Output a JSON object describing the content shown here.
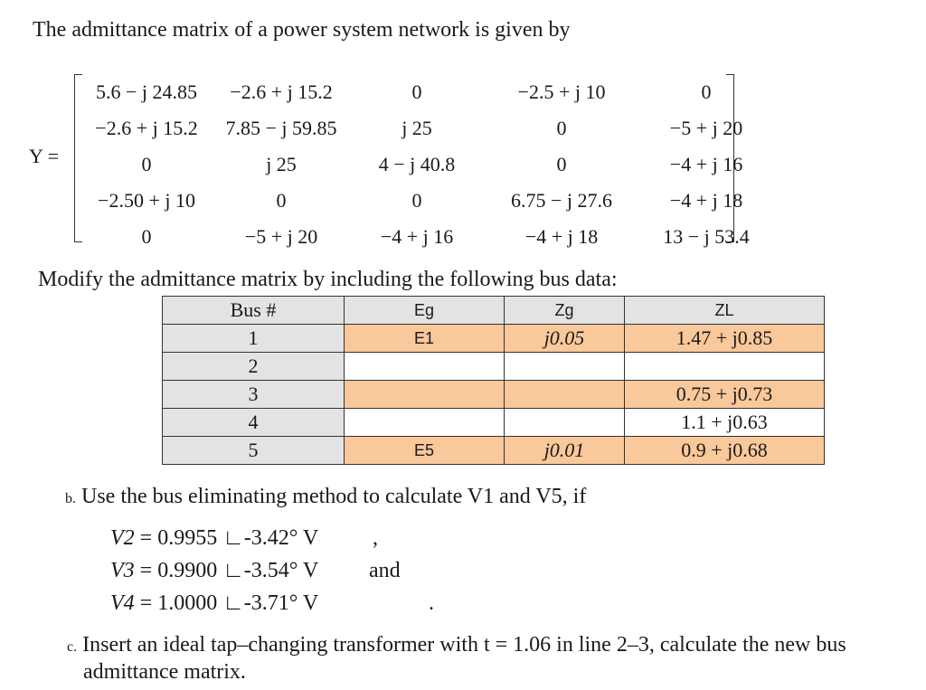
{
  "intro": "The admittance matrix of a power system network is given by",
  "matrix": {
    "label": "Y =",
    "rows": [
      [
        "5.6 − j 24.85",
        "−2.6 + j 15.2",
        "0",
        "−2.5 + j 10",
        "0"
      ],
      [
        "−2.6 + j 15.2",
        "7.85 − j 59.85",
        "j 25",
        "0",
        "−5 + j 20"
      ],
      [
        "0",
        "j 25",
        "4 − j 40.8",
        "0",
        "−4 + j 16"
      ],
      [
        "−2.50 + j 10",
        "0",
        "0",
        "6.75 − j 27.6",
        "−4 + j 18"
      ],
      [
        "0",
        "−5 + j 20",
        "−4 + j 16",
        "−4 + j 18",
        "13 − j 53.4"
      ]
    ]
  },
  "modify_text": "Modify the admittance matrix by including the following bus data:",
  "bus_table": {
    "headers": [
      "Bus #",
      "Eg",
      "Zg",
      "ZL"
    ],
    "rows": [
      {
        "bus": "1",
        "eg": "E1",
        "zg": "j0.05",
        "zl": "1.47 + j0.85",
        "shaded": true
      },
      {
        "bus": "2",
        "eg": "",
        "zg": "",
        "zl": "",
        "shaded": false
      },
      {
        "bus": "3",
        "eg": "",
        "zg": "",
        "zl": "0.75 + j0.73",
        "shaded": true
      },
      {
        "bus": "4",
        "eg": "",
        "zg": "",
        "zl": "1.1 + j0.63",
        "shaded": false
      },
      {
        "bus": "5",
        "eg": "E5",
        "zg": "j0.01",
        "zl": "0.9 + j0.68",
        "shaded": true
      }
    ],
    "colors": {
      "shade": "#f9c89b",
      "header": "#e3e3e3",
      "border": "#333333"
    }
  },
  "part_b": {
    "label": "b.",
    "text": "Use the bus eliminating method to calculate V1 and V5, if",
    "voltages": [
      {
        "name": "V2",
        "expr": "= 0.9955 ∟-3.42° V",
        "suffix": ","
      },
      {
        "name": "V3",
        "expr": "= 0.9900 ∟-3.54° V",
        "suffix": "and"
      },
      {
        "name": "V4",
        "expr": "= 1.0000 ∟-3.71° V",
        "suffix": "."
      }
    ]
  },
  "part_c": {
    "label": "c.",
    "line1": "Insert an ideal tap–changing transformer with t = 1.06 in line 2–3, calculate the new bus",
    "line2": "admittance matrix."
  }
}
